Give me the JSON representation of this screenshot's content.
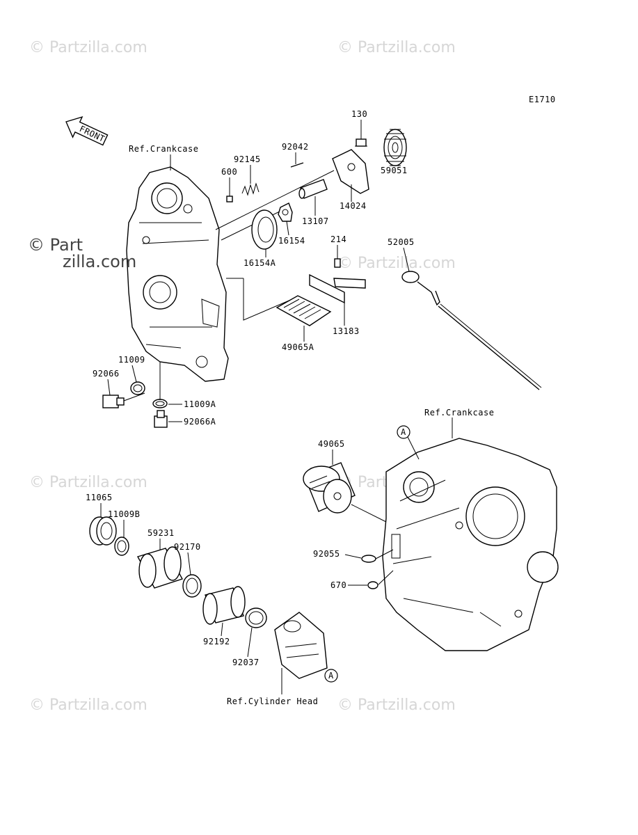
{
  "diagram_code": "E1710",
  "front_arrow_label": "FRONT",
  "refs": {
    "crankcase_top": "Ref.Crankcase",
    "crankcase_right": "Ref.Crankcase",
    "cylinder_head": "Ref.Cylinder Head"
  },
  "markers": {
    "a1": "A",
    "a2": "A"
  },
  "watermarks": {
    "main": "© Partzilla.com",
    "faint": "© Partzilla.com"
  },
  "parts": {
    "p130": "130",
    "p92042": "92042",
    "p92145": "92145",
    "p600": "600",
    "p59051": "59051",
    "p14024": "14024",
    "p13107": "13107",
    "p16154": "16154",
    "p16154A": "16154A",
    "p214": "214",
    "p52005": "52005",
    "p13183": "13183",
    "p49065A": "49065A",
    "p11009": "11009",
    "p92066": "92066",
    "p11009A": "11009A",
    "p92066A": "92066A",
    "p49065": "49065",
    "p11065": "11065",
    "p11009B": "11009B",
    "p59231": "59231",
    "p92170": "92170",
    "p92055": "92055",
    "p670": "670",
    "p92192": "92192",
    "p92037": "92037"
  }
}
